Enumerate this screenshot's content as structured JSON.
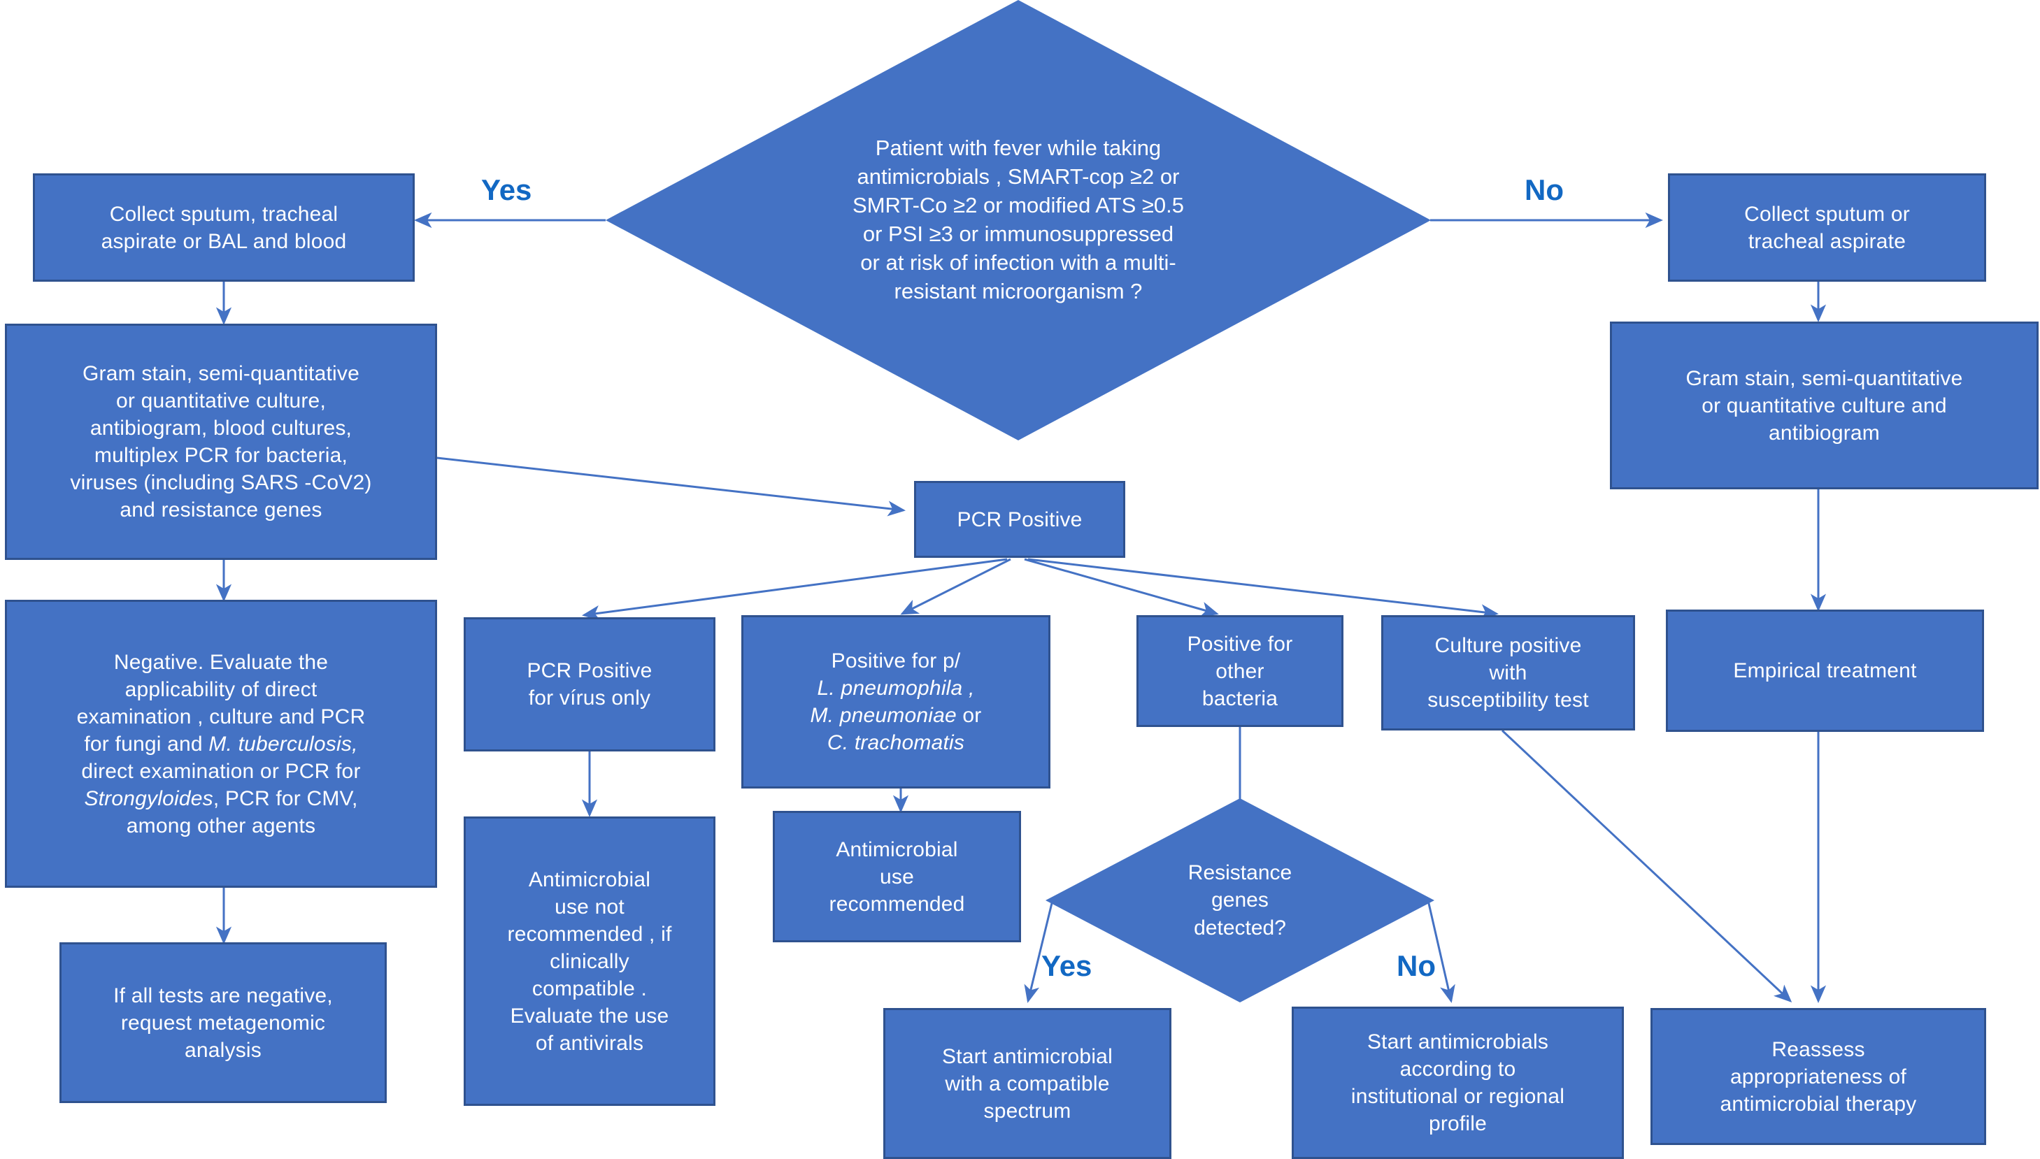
{
  "diagram": {
    "title": "Diagnostic flowchart for pneumonia microbiological workup",
    "colors": {
      "node_fill": "#4472C4",
      "node_border": "#2F528F",
      "node_text": "#FFFFFF",
      "edge": "#4472C4",
      "yes_no_label": "#1268C3",
      "background": "#FFFFFF"
    },
    "decisions": {
      "d1": {
        "id": "patient-criteria-decision",
        "shape": "diamond",
        "lines": [
          "Patient with fever while taking",
          "antimicrobials , SMART-cop ≥2 or",
          "SMRT-Co ≥2 or modified ATS ≥0.5",
          "or PSI ≥3 or immunosuppressed",
          "or at risk of infection with a multi-",
          "resistant microorganism ?"
        ]
      },
      "d2": {
        "id": "resistance-genes-decision",
        "shape": "diamond",
        "lines": [
          "Resistance",
          "genes",
          "detected?"
        ]
      }
    },
    "branch_labels": {
      "yes_top": "Yes",
      "no_top": "No",
      "yes_resistance": "Yes",
      "no_resistance": "No"
    },
    "nodes": {
      "collect_left": {
        "id": "collect-sputum-tracheal-bal-blood",
        "lines": [
          "Collect sputum, tracheal",
          "aspirate or BAL and blood"
        ]
      },
      "gram_left": {
        "id": "gram-stain-full-panel",
        "lines": [
          "Gram stain, semi-quantitative",
          "or quantitative culture,",
          "antibiogram, blood cultures,",
          "multiplex PCR for bacteria,",
          "viruses (including SARS -CoV2)",
          "and resistance genes"
        ]
      },
      "negative_left": {
        "id": "negative-evaluate-applicability",
        "lines": [
          "Negative. Evaluate the",
          "applicability of direct",
          "examination , culture and PCR",
          "for fungi and <i>M. tuberculosis,</i>",
          "direct examination or PCR for",
          "<i>Strongyloides</i>, PCR for CMV,",
          "among other agents"
        ]
      },
      "metagenomic": {
        "id": "request-metagenomic-analysis",
        "lines": [
          "If all tests are negative,",
          "request metagenomic",
          "analysis"
        ]
      },
      "pcr_positive": {
        "id": "pcr-positive",
        "lines": [
          "PCR Positive"
        ]
      },
      "pcr_virus_only": {
        "id": "pcr-positive-virus-only",
        "lines": [
          "PCR Positive",
          "for vírus only"
        ]
      },
      "positive_atypical": {
        "id": "positive-atypical-pathogens",
        "lines": [
          "Positive for p/",
          "<i>L. pneumophila ,</i>",
          "<i>M. pneumoniae</i> or",
          "<i>C. trachomatis</i>"
        ]
      },
      "positive_other_bacteria": {
        "id": "positive-other-bacteria",
        "lines": [
          "Positive for",
          "other",
          "bacteria"
        ]
      },
      "culture_positive": {
        "id": "culture-positive-with-susceptibility-test",
        "lines": [
          "Culture positive",
          "with",
          "susceptibility test"
        ]
      },
      "antimicrobial_not_recommended": {
        "id": "antimicrobial-use-not-recommended",
        "lines": [
          "Antimicrobial",
          "use not",
          "recommended , if",
          "clinically",
          "compatible .",
          "Evaluate the use",
          "of antivirals"
        ]
      },
      "antimicrobial_recommended": {
        "id": "antimicrobial-use-recommended",
        "lines": [
          "Antimicrobial",
          "use",
          "recommended"
        ]
      },
      "start_compatible_spectrum": {
        "id": "start-antimicrobial-compatible-spectrum",
        "lines": [
          "Start antimicrobial",
          "with a compatible",
          "spectrum"
        ]
      },
      "start_institutional_profile": {
        "id": "start-antimicrobials-institutional-profile",
        "lines": [
          "Start antimicrobials",
          "according to",
          "institutional or regional",
          "profile"
        ]
      },
      "collect_right": {
        "id": "collect-sputum-or-tracheal-aspirate",
        "lines": [
          "Collect sputum or",
          "tracheal aspirate"
        ]
      },
      "gram_right": {
        "id": "gram-stain-culture-antibiogram",
        "lines": [
          "Gram stain, semi-quantitative",
          "or quantitative culture and",
          "antibiogram"
        ]
      },
      "empirical_treatment": {
        "id": "empirical-treatment",
        "lines": [
          "Empirical treatment"
        ]
      },
      "reassess": {
        "id": "reassess-appropriateness",
        "lines": [
          "Reassess",
          "appropriateness of",
          "antimicrobial therapy"
        ]
      }
    }
  }
}
